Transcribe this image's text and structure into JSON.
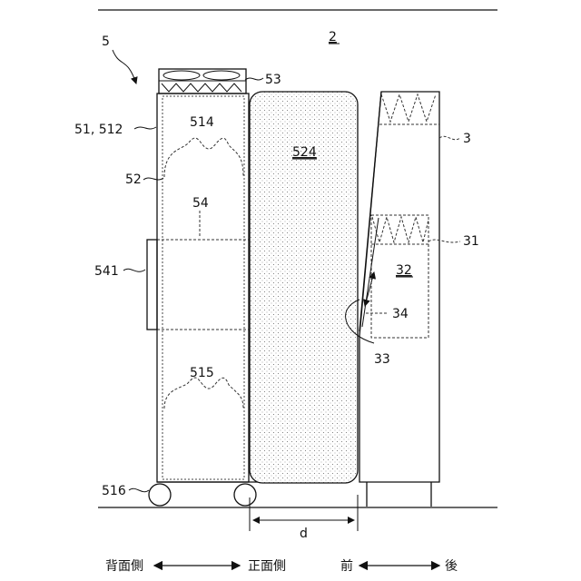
{
  "figure": {
    "number_label": "2",
    "labels": {
      "unit": "5",
      "rack_frame": "51, 512",
      "fan_top": "53",
      "upper_flow": "514",
      "side_space": "52",
      "partition": "54",
      "side_box": "541",
      "lower_flow": "515",
      "wheel": "516",
      "front_panel": "524",
      "housing": "3",
      "upper_filter": "31",
      "chamber": "32",
      "gap": "34",
      "curve_ref": "33",
      "distance": "d"
    },
    "directions": {
      "back_side": "背面側",
      "front_side": "正面側",
      "front": "前",
      "rear": "後"
    }
  }
}
